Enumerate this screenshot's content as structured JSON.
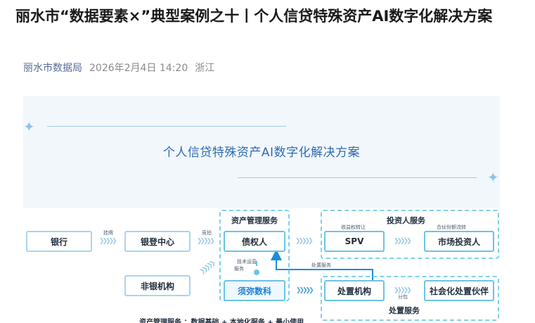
{
  "article": {
    "title": "丽水市“数据要素×”典型案例之十丨个人信贷特殊资产AI数字化解决方案",
    "author": "丽水市数据局",
    "datetime": "2026年2月4日 14:20",
    "location": "浙江"
  },
  "figure": {
    "heading": "个人信贷特殊资产AI数字化解决方案",
    "nodes": {
      "bank": "银行",
      "yindeng": "银登中心",
      "nonbank": "非银机构",
      "creditor": "债权人",
      "xumi": "须弥数科",
      "spv": "SPV",
      "investor": "市场投资人",
      "disposal_org": "处置机构",
      "partner": "社会化处置伙伴"
    },
    "groups": {
      "asset_mgmt": "资产管理服务",
      "investor_service": "投资人服务",
      "disposal_service": "处置服务"
    },
    "edge_labels": {
      "listing": "挂牌",
      "bidding": "竞拍",
      "income_transfer": "收益权转让",
      "partnership_share": "合伙份额流转",
      "tech_ops_line1": "技术运营",
      "tech_ops_line2": "服务",
      "disposal_service": "处置服务",
      "subcontract": "分包"
    },
    "caption": "资产管理服务 ：数据基础 + 本地化服务 + 最小使用"
  }
}
